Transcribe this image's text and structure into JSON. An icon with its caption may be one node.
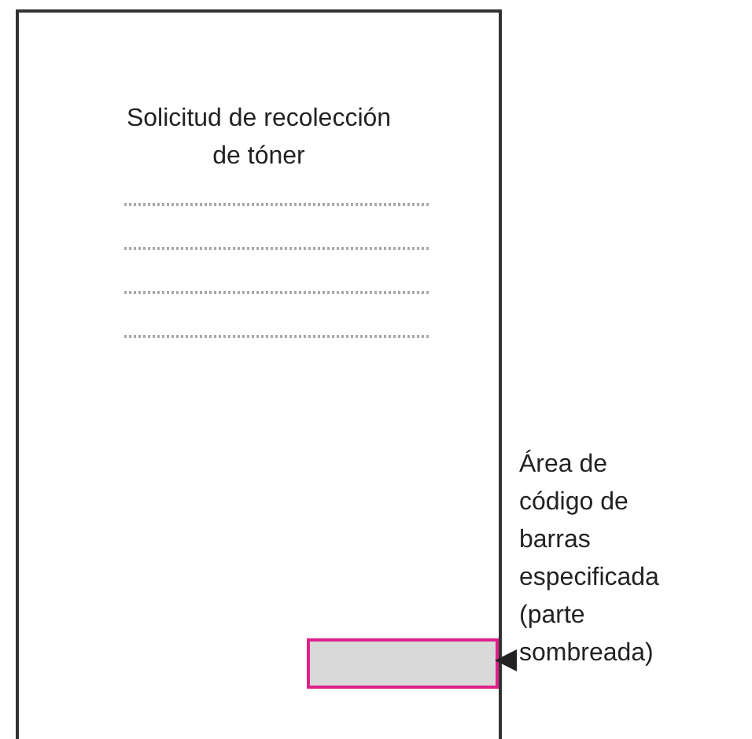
{
  "diagram": {
    "nodes": [
      {
        "text": [
          "Solicitud de recolección de tóner"
        ]
      },
      {
        "text": [],
        "shape": "box",
        "in": 0
      },
      {
        "text": [
          "Área de código de barras especificada (parte sombreada)"
        ]
      }
    ],
    "edges": [
      {
        "from": 2,
        "to": 1,
        "arrow": "to"
      }
    ]
  }
}
